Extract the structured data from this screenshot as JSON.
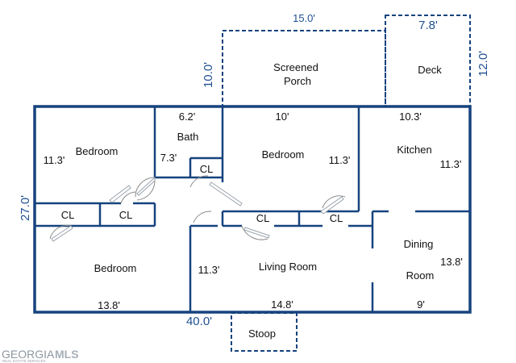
{
  "colors": {
    "wall": "#16437e",
    "dimension": "#1f4f8f",
    "text": "#111111"
  },
  "exterior": {
    "porch_width": "15.0'",
    "porch_depth": "10.0'",
    "deck_width": "7.8'",
    "deck_depth": "12.0'",
    "overall_length": "40.0'",
    "overall_width": "27.0'"
  },
  "rooms": {
    "screened_porch_line1": "Screened",
    "screened_porch_line2": "Porch",
    "deck": "Deck",
    "bedroom_nw": "Bedroom",
    "bedroom_nw_dim": "11.3'",
    "bath": "Bath",
    "bath_width": "6.2'",
    "bath_depth": "7.3'",
    "bedroom_center": "Bedroom",
    "bedroom_center_width": "10'",
    "bedroom_center_depth": "11.3'",
    "kitchen": "Kitchen",
    "kitchen_width": "10.3'",
    "kitchen_depth": "11.3'",
    "bedroom_sw": "Bedroom",
    "bedroom_sw_width": "13.8'",
    "living_room": "Living Room",
    "living_room_depth": "11.3'",
    "living_room_width": "14.8'",
    "dining_line1": "Dining",
    "dining_line2": "Room",
    "dining_depth": "13.8'",
    "dining_width": "9'",
    "stoop": "Stoop"
  },
  "closets": {
    "bath_closet": "CL",
    "west_closet_1": "CL",
    "west_closet_2": "CL",
    "hall_closet_1": "CL",
    "hall_closet_2": "CL"
  },
  "logo": {
    "brand_a": "GEORGIA",
    "brand_b": "MLS",
    "tagline": "REAL ESTATE SERVICES"
  }
}
